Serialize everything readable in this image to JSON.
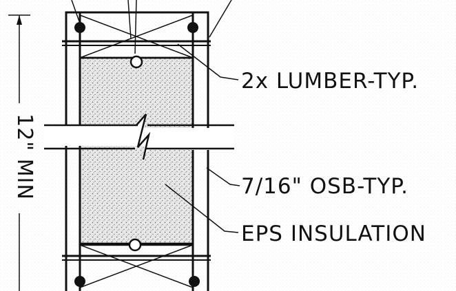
{
  "labels": {
    "dimension": "12\" MIN",
    "lumber": "2x LUMBER-TYP.",
    "osb": "7/16\" OSB-TYP.",
    "insulation": "EPS INSULATION"
  },
  "colors": {
    "line": "#111111",
    "insulation_fill": "#e6e6e6",
    "stipple": "#8a8a8a",
    "background": "#ffffff"
  }
}
